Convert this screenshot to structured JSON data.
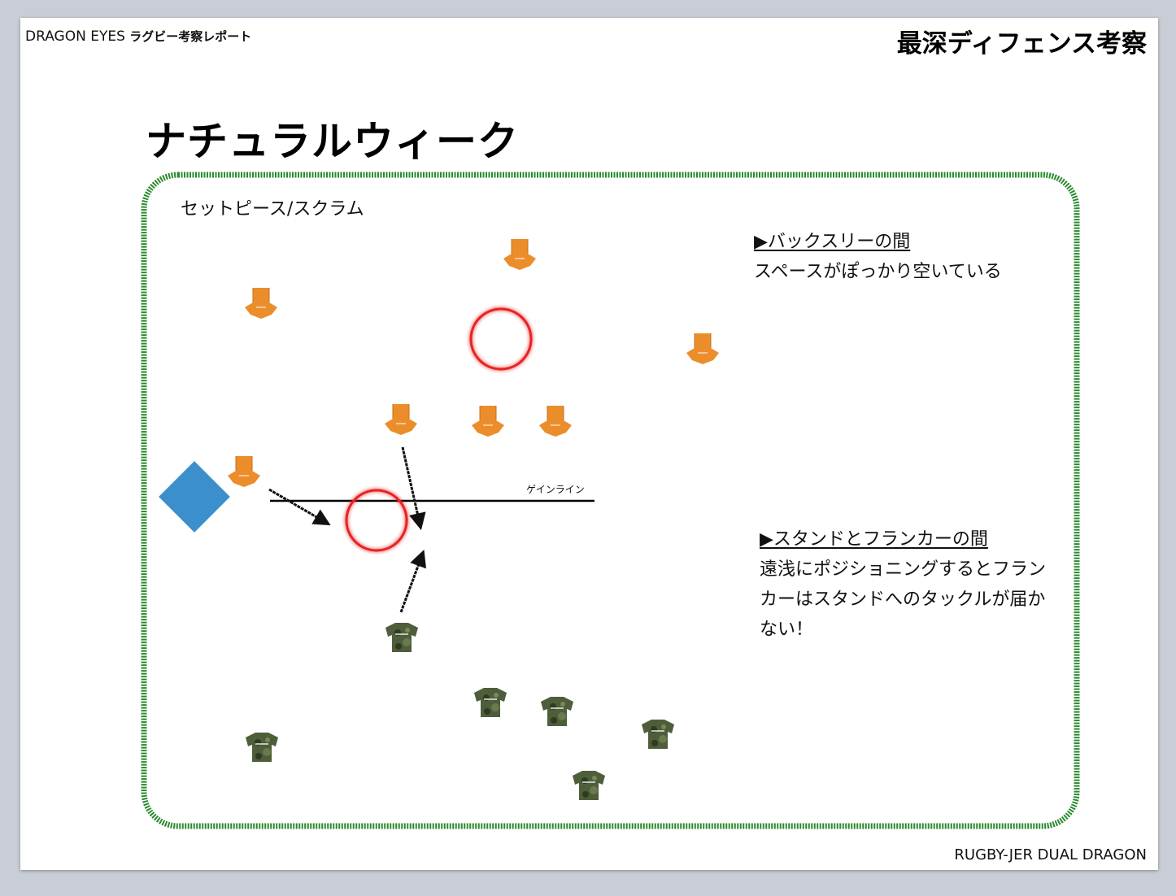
{
  "header": {
    "brand": "DRAGON EYES",
    "brand_sub": "ラグビー考察レポート",
    "topic": "最深ディフェンス考察"
  },
  "slide": {
    "title": "ナチュラルウィーク"
  },
  "diagram": {
    "label": "セットピース/スクラム",
    "gainline_label": "ゲインライン",
    "notes": [
      {
        "heading": "▶バックスリーの間",
        "body": "スペースがぽっかり空いている"
      },
      {
        "heading": "▶スタンドとフランカーの間",
        "body": "遠浅にポジショニングするとフランカーはスタンドへのタックルが届かない！"
      }
    ],
    "colors": {
      "border": "#2a8a2e",
      "attack_jersey": "#ec8d2c",
      "defense_jersey": "#4e5e3a",
      "ball": "#3b8fcc",
      "target_circle": "#e82020",
      "arrow": "#111111"
    }
  },
  "footer": {
    "credit": "RUGBY-JER DUAL DRAGON"
  }
}
